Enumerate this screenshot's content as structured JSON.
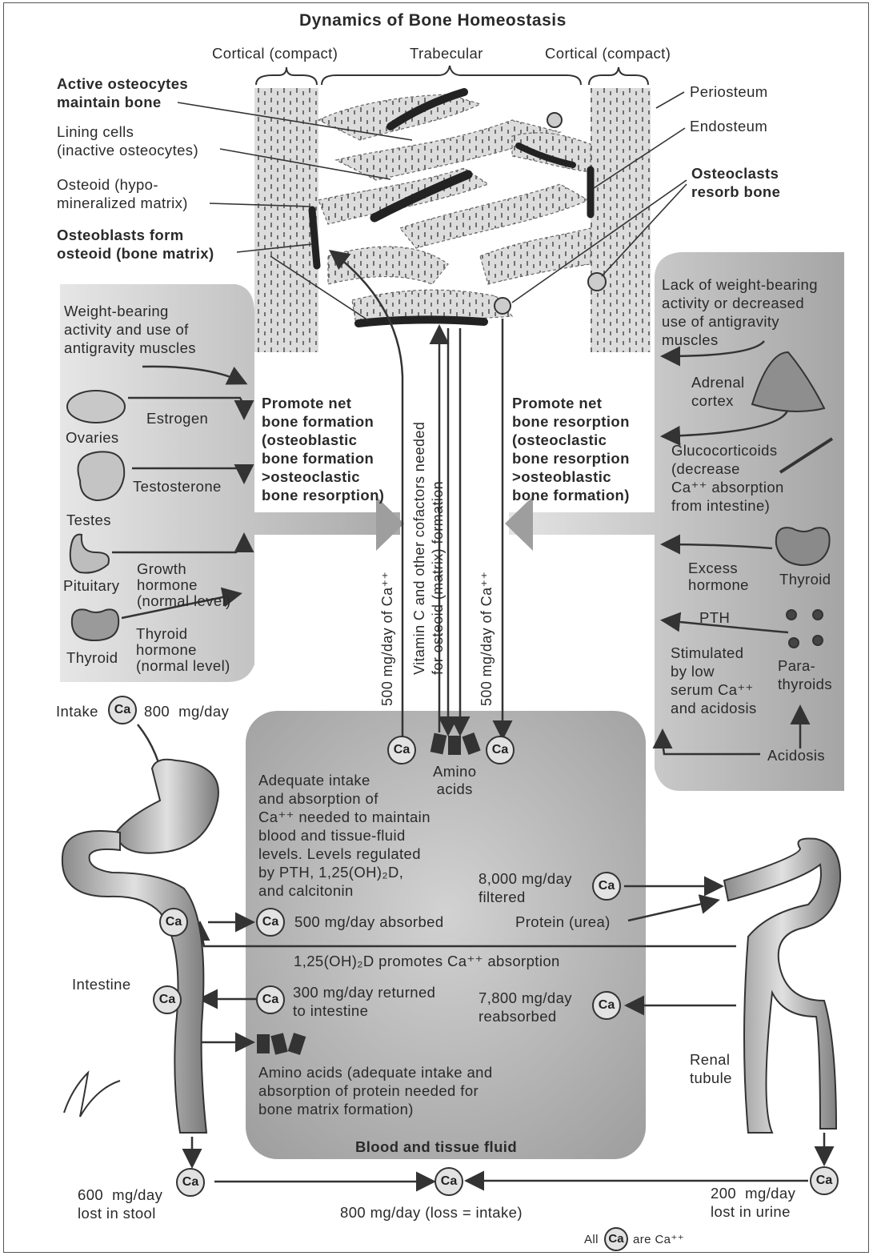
{
  "title": "Dynamics of Bone Homeostasis",
  "bone_regions": {
    "cortical_left": "Cortical (compact)",
    "trabecular": "Trabecular",
    "cortical_right": "Cortical (compact)"
  },
  "left_labels": {
    "active_osteocytes": "Active osteocytes\nmaintain bone",
    "lining_cells": "Lining cells\n(inactive osteocytes)",
    "osteoid": "Osteoid (hypo-\nmineralized matrix)",
    "osteoblasts": "Osteoblasts form\nosteoid (bone matrix)"
  },
  "right_labels": {
    "periosteum": "Periosteum",
    "endosteum": "Endosteum",
    "osteoclasts": "Osteoclasts\nresorb bone"
  },
  "formation_panel": {
    "weight_bearing": "Weight-bearing\nactivity and use of\nantigravity muscles",
    "estrogen": "Estrogen",
    "ovaries": "Ovaries",
    "testosterone": "Testosterone",
    "testes": "Testes",
    "pituitary": "Pituitary",
    "growth_hormone": "Growth\nhormone\n(normal level)",
    "thyroid": "Thyroid",
    "thyroid_hormone": "Thyroid\nhormone\n(normal level)"
  },
  "promote_formation": "Promote net\nbone formation\n(osteoblastic\nbone formation\n>osteoclastic\nbone resorption)",
  "promote_resorption": "Promote net\nbone resorption\n(osteoclastic\nbone resorption\n>osteoblastic\nbone formation)",
  "resorption_panel": {
    "lack_weight_bearing": "Lack of weight-bearing\nactivity or decreased\nuse of antigravity\nmuscles",
    "adrenal_cortex": "Adrenal\ncortex",
    "glucocorticoids": "Glucocorticoids\n(decrease\nCa⁺⁺ absorption\nfrom intestine)",
    "excess_hormone": "Excess\nhormone",
    "thyroid": "Thyroid",
    "pth": "PTH",
    "stimulated": "Stimulated\nby low\nserum Ca⁺⁺\nand acidosis",
    "parathyroids": "Para-\nthyroids",
    "acidosis": "Acidosis"
  },
  "vertical_labels": {
    "left_ca": "500  mg/day of Ca⁺⁺",
    "vitamin_c_1": "Vitamin C and other cofactors needed",
    "vitamin_c_2": "for osteoid (matrix) formation",
    "right_ca": "500  mg/day of Ca⁺⁺"
  },
  "ca_symbol": "Ca",
  "intake": {
    "label": "Intake",
    "amount": "800  mg/day"
  },
  "blood_panel": {
    "amino_acids": "Amino\nacids",
    "adequate_intake": "Adequate intake\nand absorption of\nCa⁺⁺ needed to maintain\nblood and tissue-fluid\nlevels. Levels regulated\nby PTH, 1,25(OH)₂D,\nand calcitonin",
    "filtered": "8,000 mg/day\nfiltered",
    "absorbed": "500 mg/day absorbed",
    "protein_urea": "Protein (urea)",
    "promotes": "1,25(OH)₂D promotes Ca⁺⁺ absorption",
    "returned": "300 mg/day returned\nto intestine",
    "reabsorbed": "7,800 mg/day\nreabsorbed",
    "amino_protein": "Amino acids (adequate intake and\nabsorption of protein needed for\nbone matrix formation)",
    "footer": "Blood and tissue fluid"
  },
  "organs": {
    "intestine": "Intestine",
    "renal_tubule": "Renal\ntubule"
  },
  "bottom": {
    "stool": "600  mg/day\nlost in stool",
    "balance": "800 mg/day (loss = intake)",
    "urine": "200  mg/day\nlost in urine",
    "legend_pre": "All",
    "legend_post": "are Ca⁺⁺"
  },
  "colors": {
    "panel_gray": "#b9b9b9",
    "bone_gray": "#dcdcdc",
    "ink": "#2a2a2a"
  }
}
